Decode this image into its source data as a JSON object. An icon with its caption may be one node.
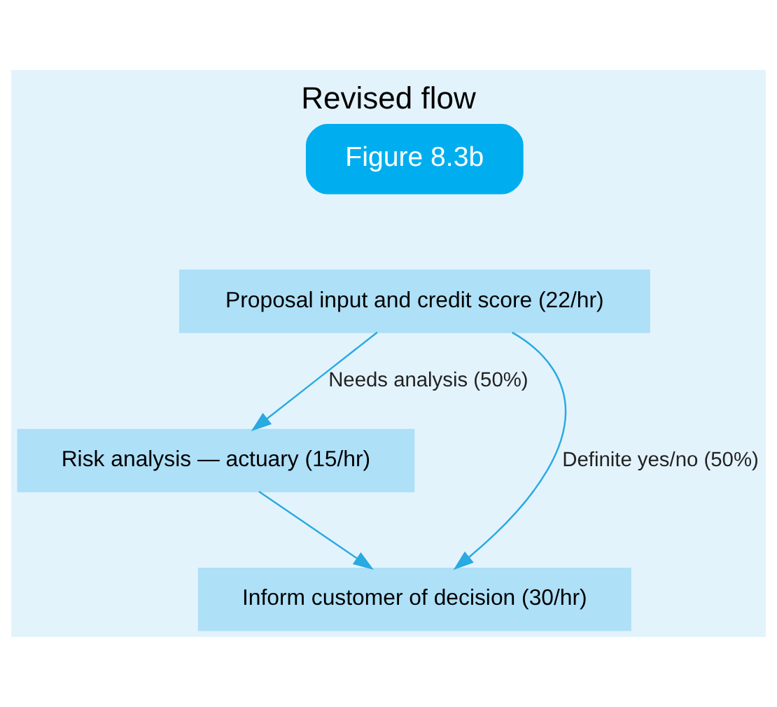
{
  "diagram": {
    "title": "Revised flow",
    "nodes": [
      {
        "text": [
          "Proposal input and credit score (22/hr)"
        ]
      },
      {
        "text": [
          "Risk analysis — actuary (15/hr)"
        ]
      },
      {
        "text": [
          "Inform customer of decision (30/hr)"
        ]
      }
    ],
    "edges": [
      {
        "from": 0,
        "to": 2,
        "arrow": "to",
        "label": "Definite yes/no (50%)"
      },
      {
        "from": 0,
        "to": 1,
        "arrow": "to",
        "label": "Needs analysis (50%)"
      },
      {
        "from": 1,
        "to": 2,
        "arrow": "to"
      }
    ],
    "labels": [
      "Figure 8.3b"
    ]
  }
}
